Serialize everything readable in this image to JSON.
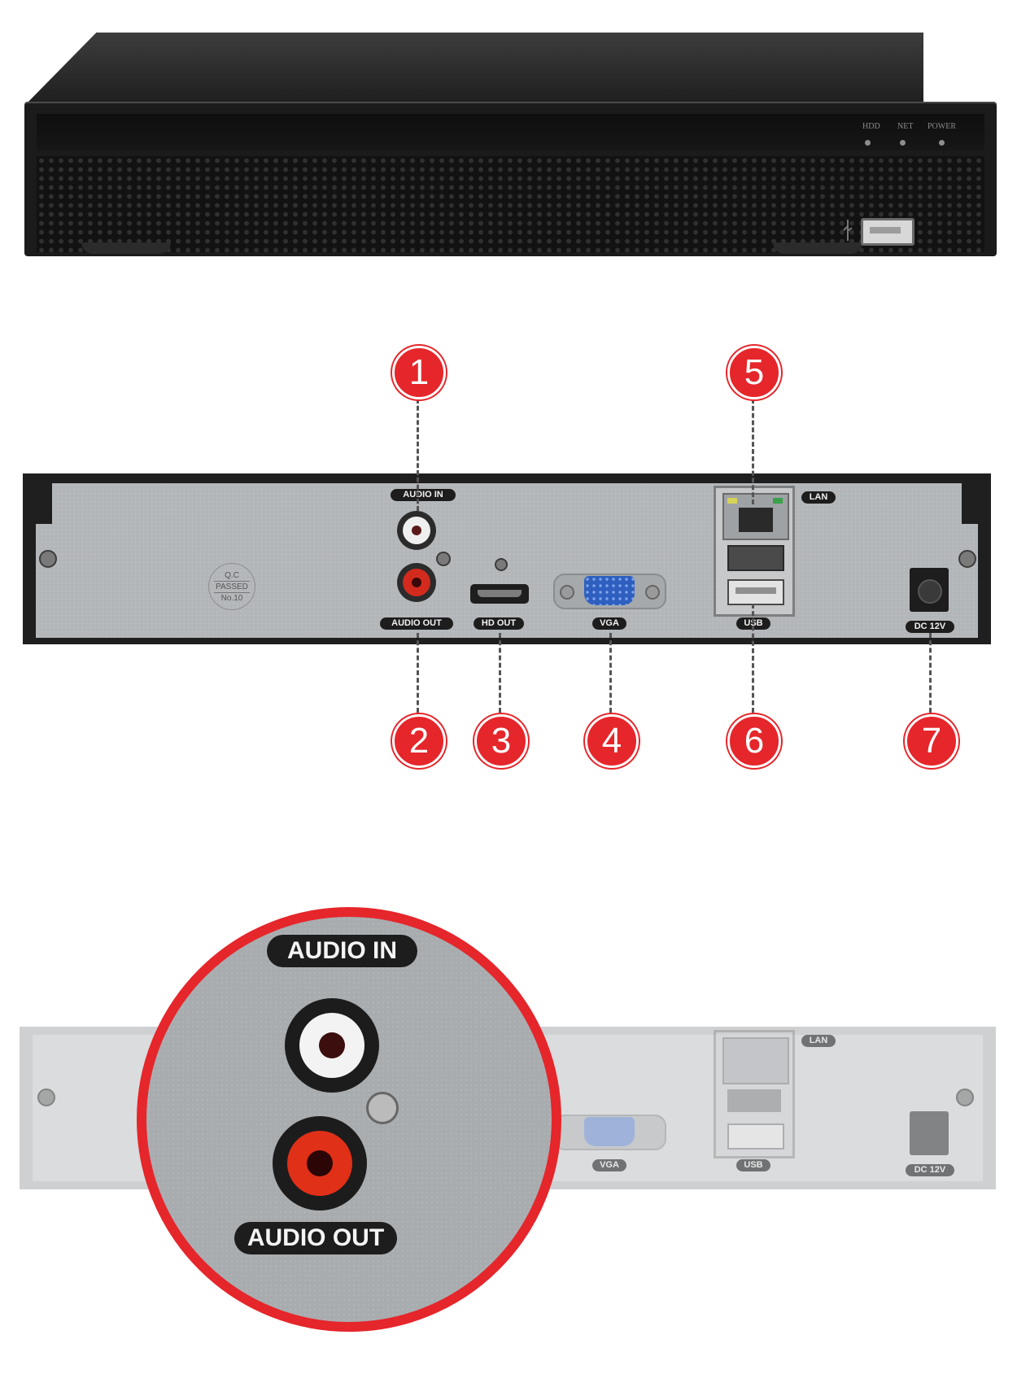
{
  "front": {
    "leds": [
      "HDD",
      "NET",
      "POWER"
    ]
  },
  "rear": {
    "labels": {
      "audio_in": "AUDIO  IN",
      "audio_out": "AUDIO OUT",
      "hd_out": "HD OUT",
      "vga": "VGA",
      "lan": "LAN",
      "usb": "USB",
      "dc": "DC 12V"
    },
    "qc_stamp": [
      "Q.C",
      "PASSED",
      "No.10"
    ],
    "callouts": [
      "1",
      "2",
      "3",
      "4",
      "5",
      "6",
      "7"
    ]
  },
  "zoom": {
    "audio_in": "AUDIO  IN",
    "audio_out": "AUDIO OUT",
    "vga": "VGA",
    "lan": "LAN",
    "usb": "USB",
    "dc": "DC 12V"
  },
  "colors": {
    "accent_red": "#e5262b",
    "panel_gray": "#b3b6b9",
    "case_black": "#1b1b1b"
  }
}
